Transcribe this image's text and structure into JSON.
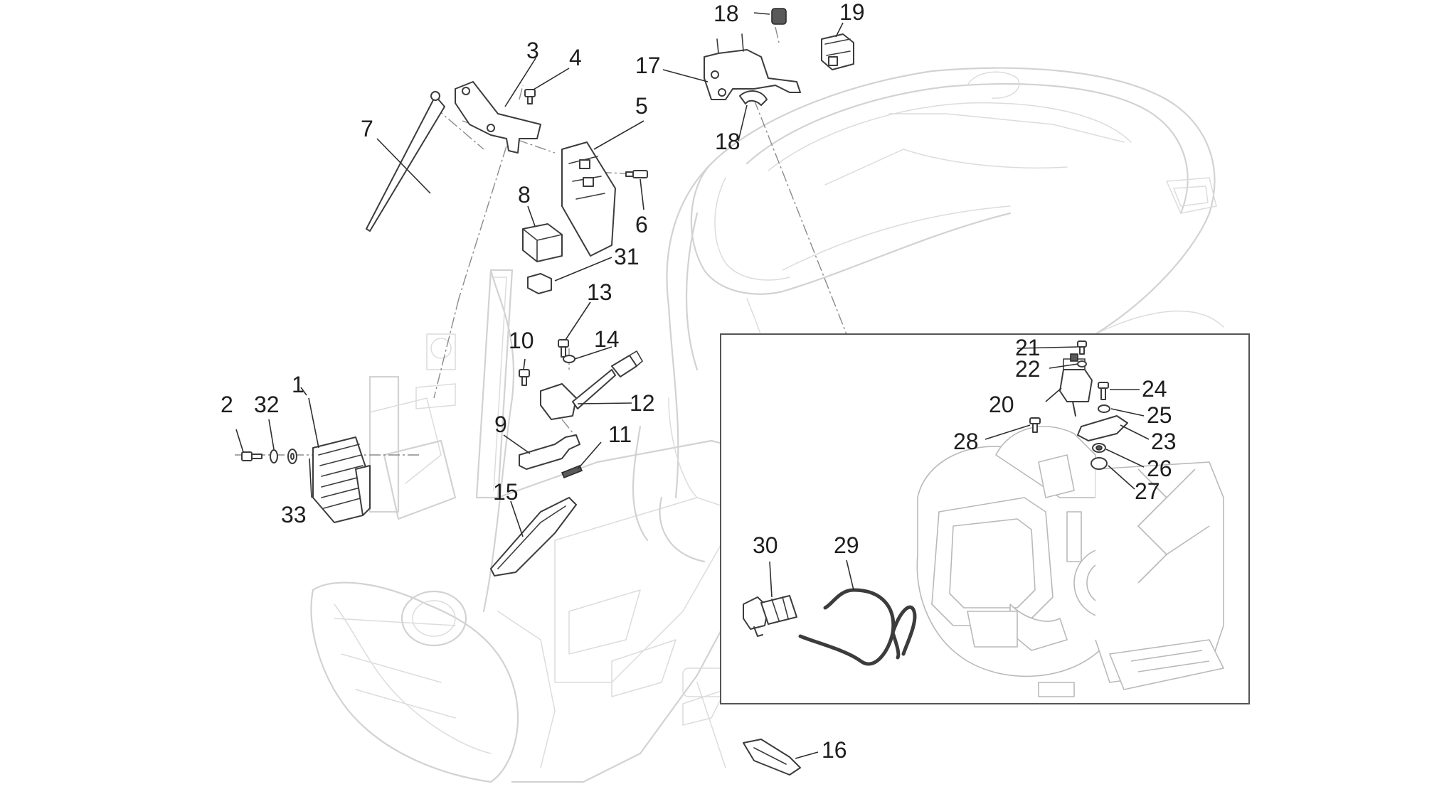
{
  "colors": {
    "callout_text": "#1e1e1e",
    "part_outline": "#3c3c3c",
    "frame_outline": "#d2d2d2",
    "inset_border": "#555555"
  },
  "callouts": [
    {
      "id": "1",
      "label": "1"
    },
    {
      "id": "2",
      "label": "2"
    },
    {
      "id": "3",
      "label": "3"
    },
    {
      "id": "4",
      "label": "4"
    },
    {
      "id": "5",
      "label": "5"
    },
    {
      "id": "6",
      "label": "6"
    },
    {
      "id": "7",
      "label": "7"
    },
    {
      "id": "8",
      "label": "8"
    },
    {
      "id": "9",
      "label": "9"
    },
    {
      "id": "10",
      "label": "10"
    },
    {
      "id": "11",
      "label": "11"
    },
    {
      "id": "12",
      "label": "12"
    },
    {
      "id": "13",
      "label": "13"
    },
    {
      "id": "14",
      "label": "14"
    },
    {
      "id": "15",
      "label": "15"
    },
    {
      "id": "16",
      "label": "16"
    },
    {
      "id": "17",
      "label": "17"
    },
    {
      "id": "18a",
      "label": "18"
    },
    {
      "id": "18b",
      "label": "18"
    },
    {
      "id": "19",
      "label": "19"
    },
    {
      "id": "20",
      "label": "20"
    },
    {
      "id": "21",
      "label": "21"
    },
    {
      "id": "22",
      "label": "22"
    },
    {
      "id": "23",
      "label": "23"
    },
    {
      "id": "24",
      "label": "24"
    },
    {
      "id": "25",
      "label": "25"
    },
    {
      "id": "26",
      "label": "26"
    },
    {
      "id": "27",
      "label": "27"
    },
    {
      "id": "28",
      "label": "28"
    },
    {
      "id": "29",
      "label": "29"
    },
    {
      "id": "30",
      "label": "30"
    },
    {
      "id": "31",
      "label": "31"
    },
    {
      "id": "32",
      "label": "32"
    },
    {
      "id": "33",
      "label": "33"
    }
  ]
}
